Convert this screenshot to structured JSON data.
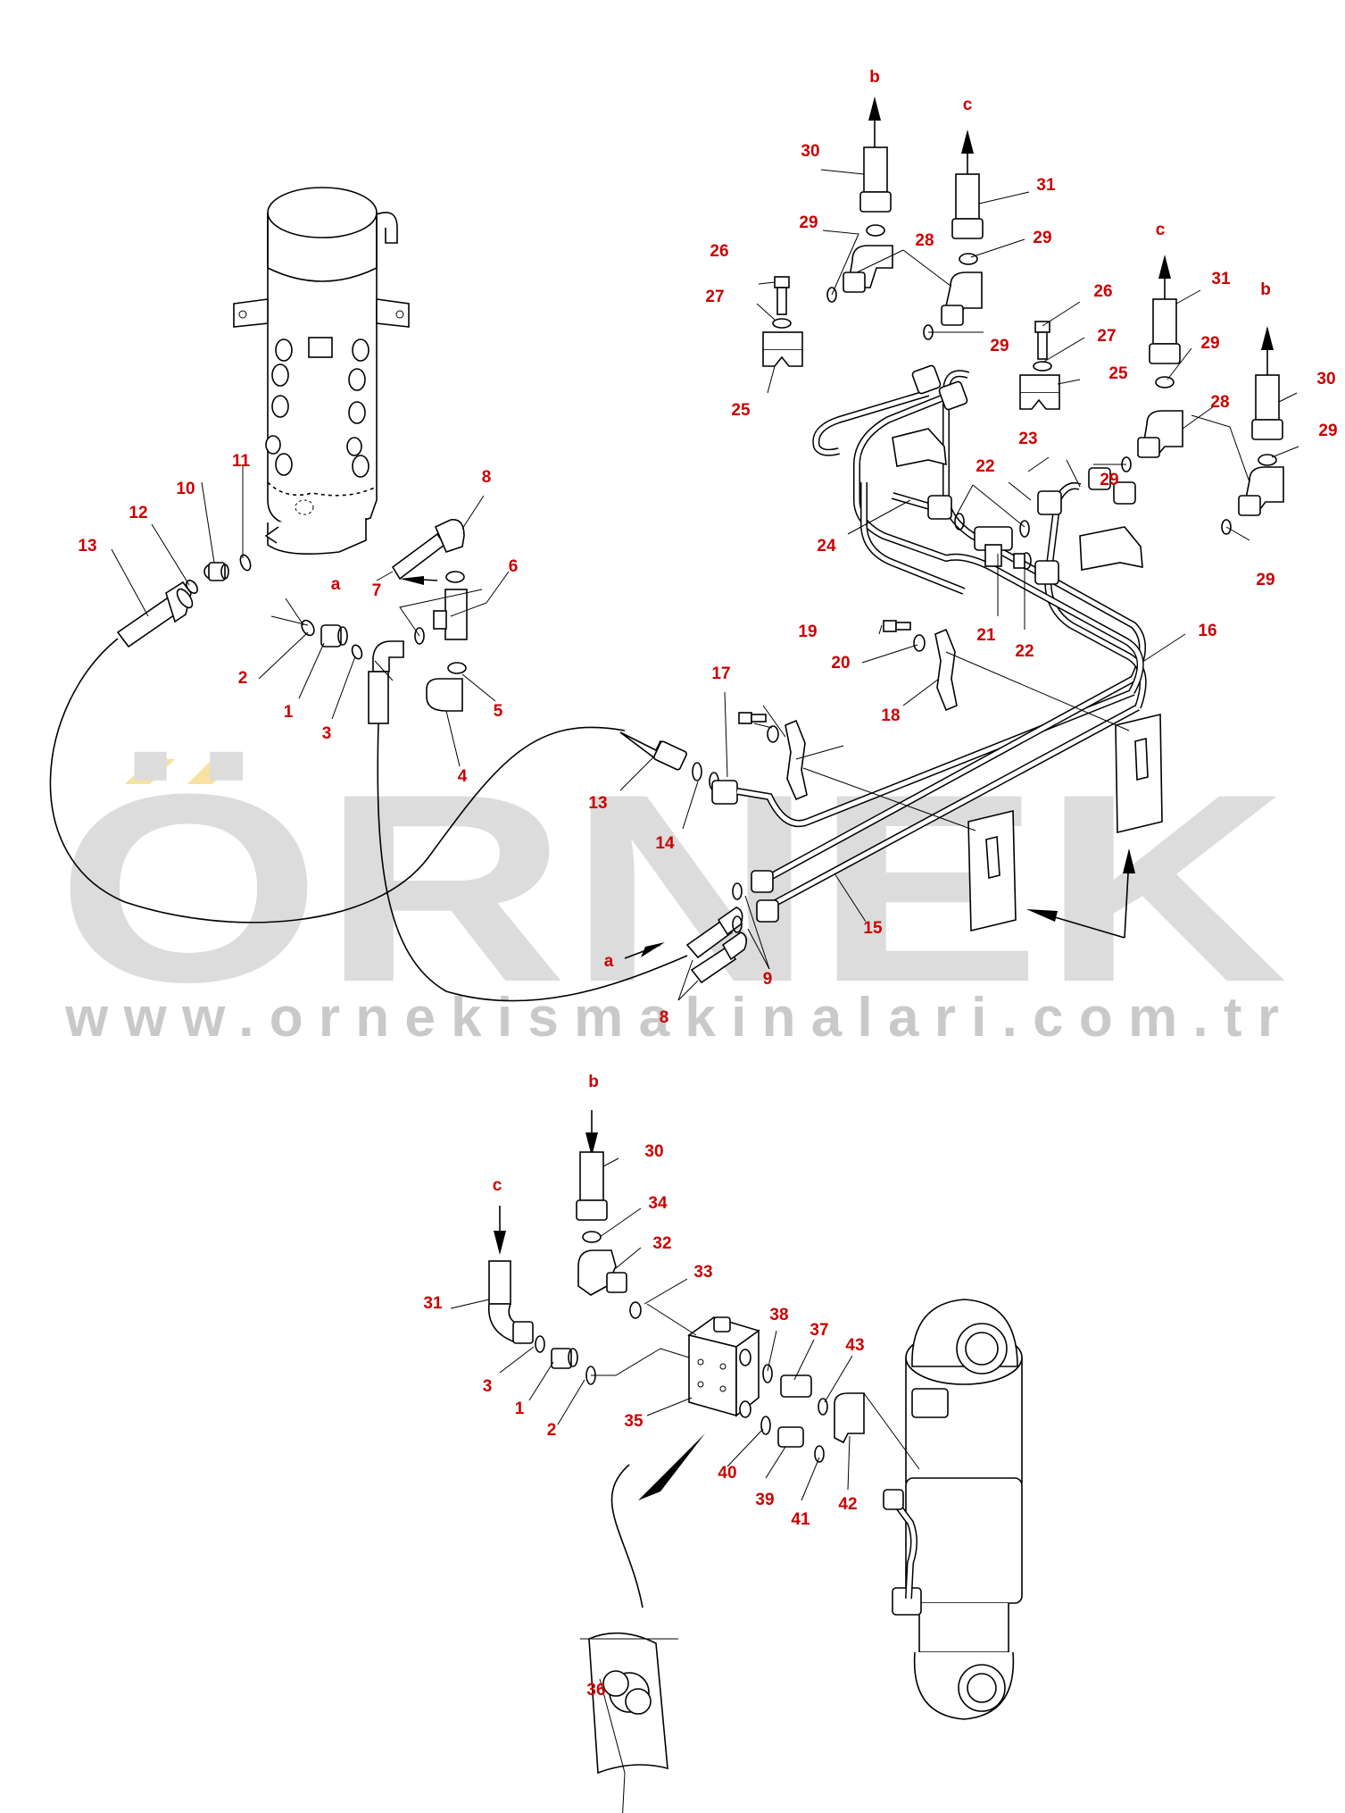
{
  "watermark": {
    "brand": "ÖRNEK",
    "url": "www.ornekismakinalari.com.tr",
    "brand_color": "#dcdcdc",
    "accent_color": "#f7e2a0"
  },
  "colors": {
    "callout": "#cc0000",
    "line": "#000000"
  },
  "callouts": [
    {
      "id": "c1",
      "text": "b"
    },
    {
      "id": "c2",
      "text": "c"
    },
    {
      "id": "c3",
      "text": "30"
    },
    {
      "id": "c4",
      "text": "31"
    },
    {
      "id": "c5",
      "text": "29"
    },
    {
      "id": "c6",
      "text": "28"
    },
    {
      "id": "c7",
      "text": "29"
    },
    {
      "id": "c8",
      "text": "26"
    },
    {
      "id": "c9",
      "text": "27"
    },
    {
      "id": "c10",
      "text": "29"
    },
    {
      "id": "c11",
      "text": "25"
    },
    {
      "id": "c12",
      "text": "c"
    },
    {
      "id": "c13",
      "text": "31"
    },
    {
      "id": "c14",
      "text": "b"
    },
    {
      "id": "c15",
      "text": "26"
    },
    {
      "id": "c16",
      "text": "27"
    },
    {
      "id": "c17",
      "text": "29"
    },
    {
      "id": "c18",
      "text": "25"
    },
    {
      "id": "c19",
      "text": "30"
    },
    {
      "id": "c20",
      "text": "28"
    },
    {
      "id": "c21",
      "text": "23"
    },
    {
      "id": "c22",
      "text": "29"
    },
    {
      "id": "c23",
      "text": "22"
    },
    {
      "id": "c24",
      "text": "29"
    },
    {
      "id": "c25",
      "text": "24"
    },
    {
      "id": "c26",
      "text": "29"
    },
    {
      "id": "c27",
      "text": "21"
    },
    {
      "id": "c28",
      "text": "22"
    },
    {
      "id": "c29",
      "text": "16"
    },
    {
      "id": "c30",
      "text": "8"
    },
    {
      "id": "c31",
      "text": "11"
    },
    {
      "id": "c32",
      "text": "10"
    },
    {
      "id": "c33",
      "text": "12"
    },
    {
      "id": "c34",
      "text": "13"
    },
    {
      "id": "c35",
      "text": "a"
    },
    {
      "id": "c36",
      "text": "7"
    },
    {
      "id": "c37",
      "text": "6"
    },
    {
      "id": "c38",
      "text": "2"
    },
    {
      "id": "c39",
      "text": "1"
    },
    {
      "id": "c40",
      "text": "3"
    },
    {
      "id": "c41",
      "text": "5"
    },
    {
      "id": "c42",
      "text": "4"
    },
    {
      "id": "c43",
      "text": "19"
    },
    {
      "id": "c44",
      "text": "20"
    },
    {
      "id": "c45",
      "text": "17"
    },
    {
      "id": "c46",
      "text": "18"
    },
    {
      "id": "c47",
      "text": "13"
    },
    {
      "id": "c48",
      "text": "14"
    },
    {
      "id": "c49",
      "text": "15"
    },
    {
      "id": "c50",
      "text": "a"
    },
    {
      "id": "c51",
      "text": "9"
    },
    {
      "id": "c52",
      "text": "8"
    },
    {
      "id": "c53",
      "text": "b"
    },
    {
      "id": "c54",
      "text": "30"
    },
    {
      "id": "c55",
      "text": "c"
    },
    {
      "id": "c56",
      "text": "34"
    },
    {
      "id": "c57",
      "text": "32"
    },
    {
      "id": "c58",
      "text": "31"
    },
    {
      "id": "c59",
      "text": "33"
    },
    {
      "id": "c60",
      "text": "38"
    },
    {
      "id": "c61",
      "text": "37"
    },
    {
      "id": "c62",
      "text": "43"
    },
    {
      "id": "c63",
      "text": "3"
    },
    {
      "id": "c64",
      "text": "1"
    },
    {
      "id": "c65",
      "text": "35"
    },
    {
      "id": "c66",
      "text": "2"
    },
    {
      "id": "c67",
      "text": "40"
    },
    {
      "id": "c68",
      "text": "39"
    },
    {
      "id": "c69",
      "text": "41"
    },
    {
      "id": "c70",
      "text": "42"
    },
    {
      "id": "c71",
      "text": "36"
    }
  ]
}
